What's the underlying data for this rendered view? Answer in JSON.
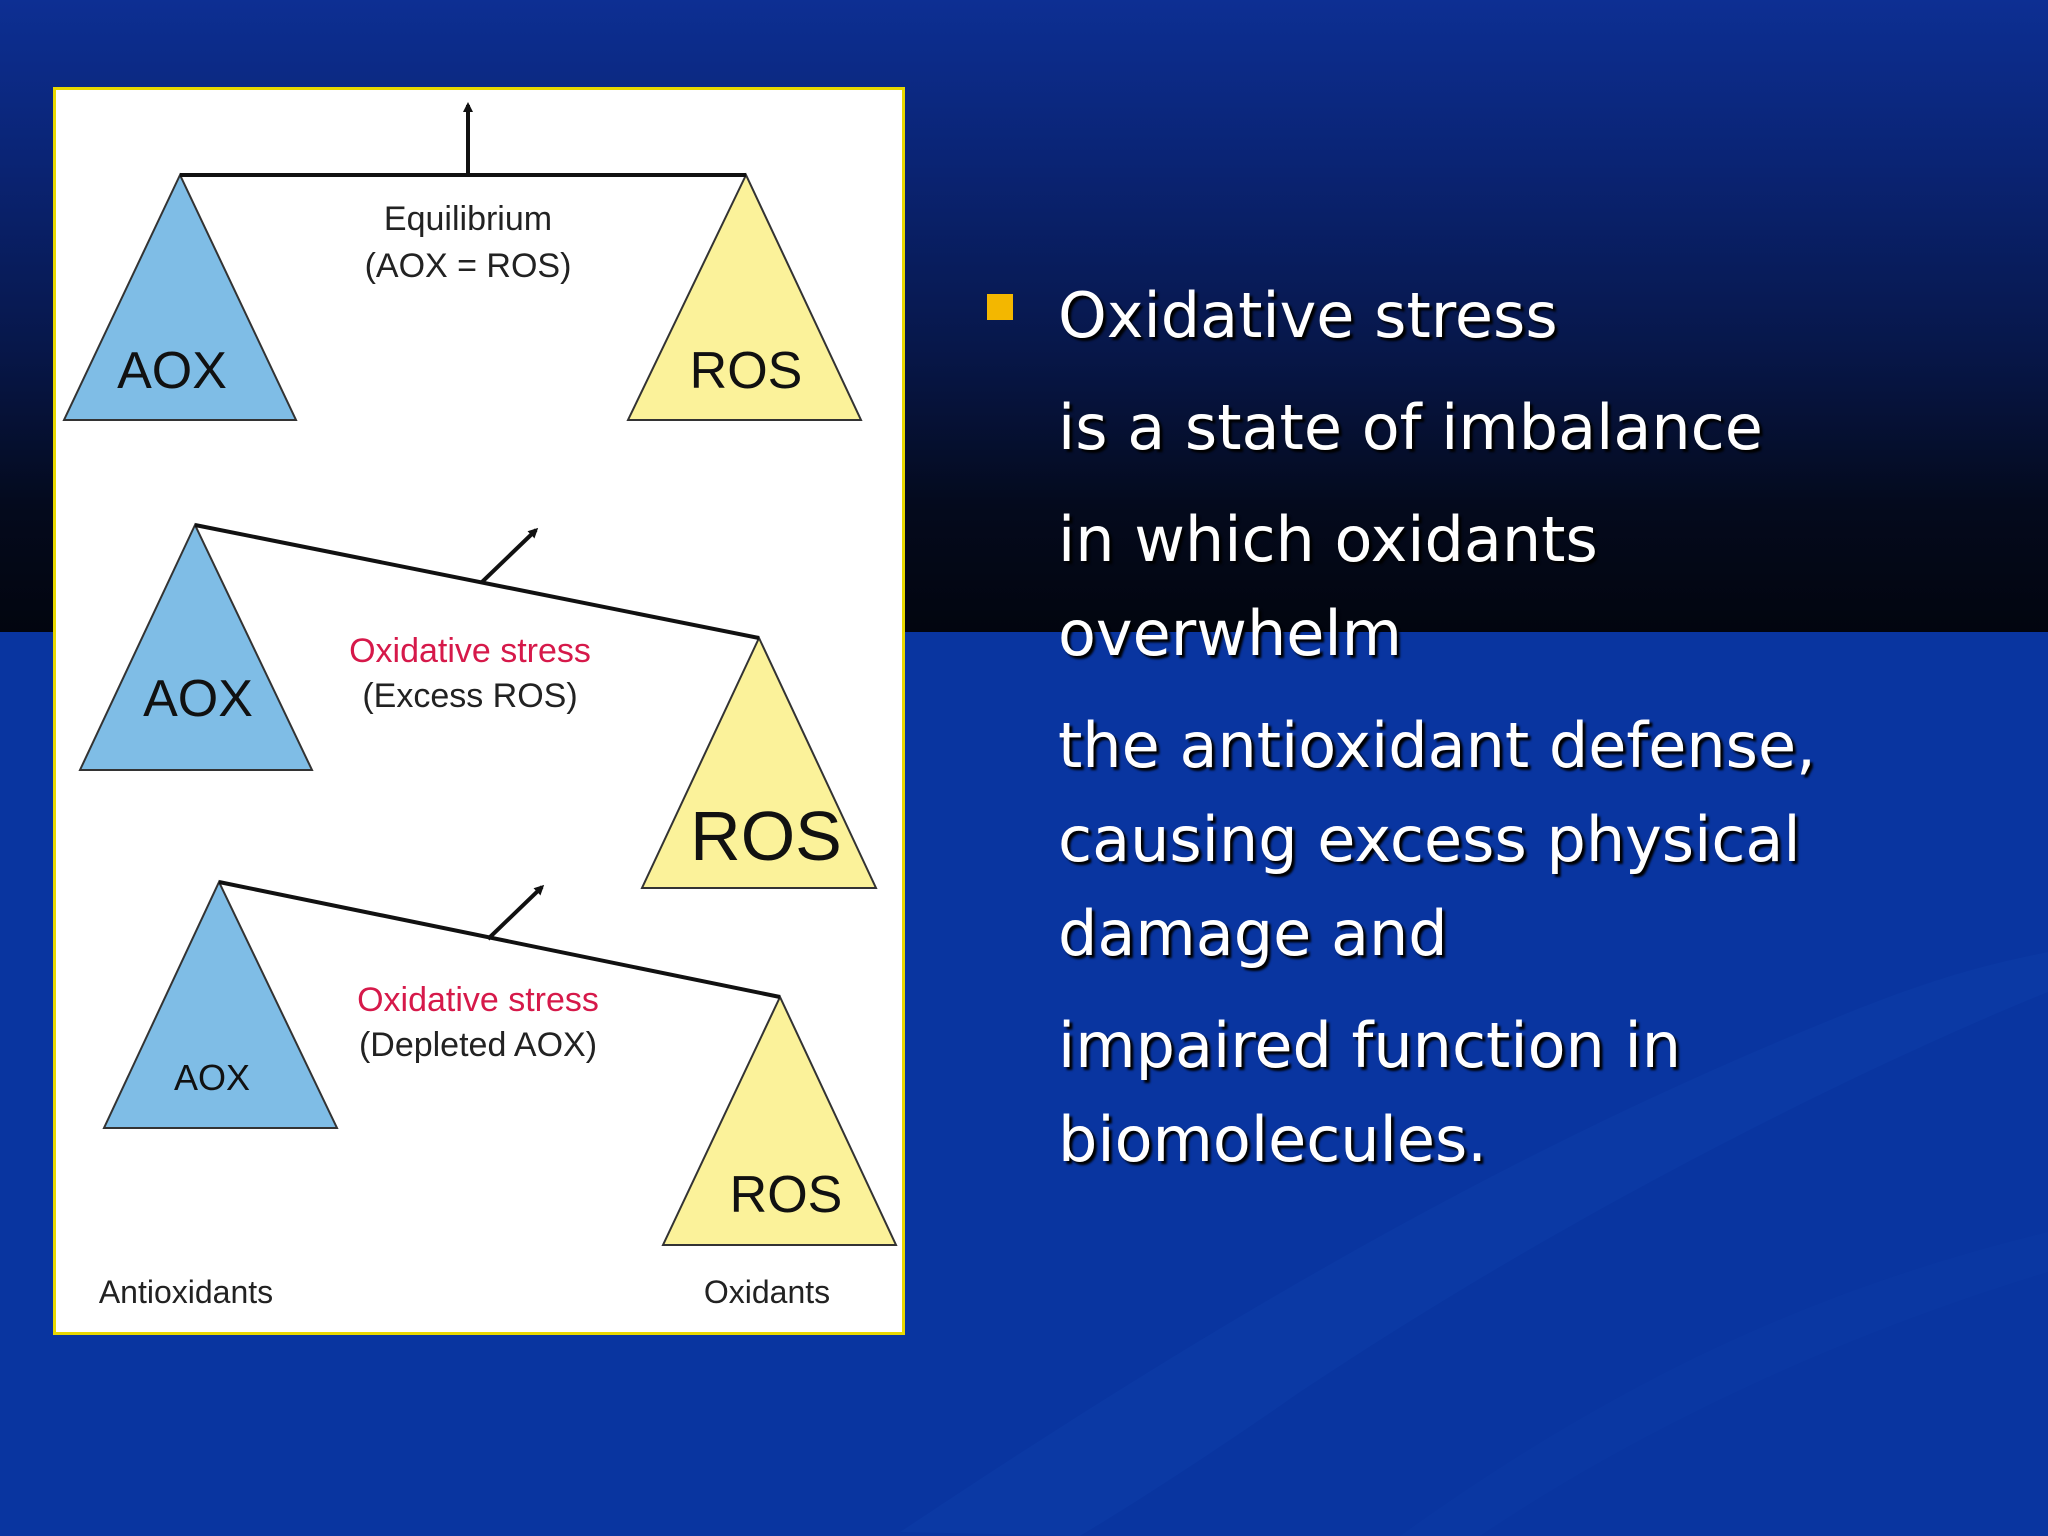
{
  "diagram": {
    "panels": [
      {
        "left_label": "AOX",
        "right_label": "ROS",
        "caption_title": "Equilibrium",
        "caption_detail": "(AOX = ROS)"
      },
      {
        "left_label": "AOX",
        "right_label": "ROS",
        "caption_title": "Oxidative stress",
        "caption_detail": "(Excess ROS)"
      },
      {
        "left_label": "AOX",
        "right_label": "ROS",
        "caption_title": "Oxidative stress",
        "caption_detail": "(Depleted AOX)"
      }
    ],
    "footer_left": "Antioxidants",
    "footer_right": "Oxidants",
    "colors": {
      "antioxidant_triangle": "#7fbde6",
      "oxidant_triangle": "#fbf29a",
      "stress_caption": "#d6194a",
      "panel_border": "#e8d800"
    }
  },
  "bullet": {
    "lines": [
      "Oxidative stress",
      "is a state of imbalance",
      "in which oxidants",
      "overwhelm",
      "the antioxidant defense,",
      "causing excess physical",
      "damage and",
      "impaired function in",
      "biomolecules."
    ],
    "marker_color": "#f3b700"
  }
}
